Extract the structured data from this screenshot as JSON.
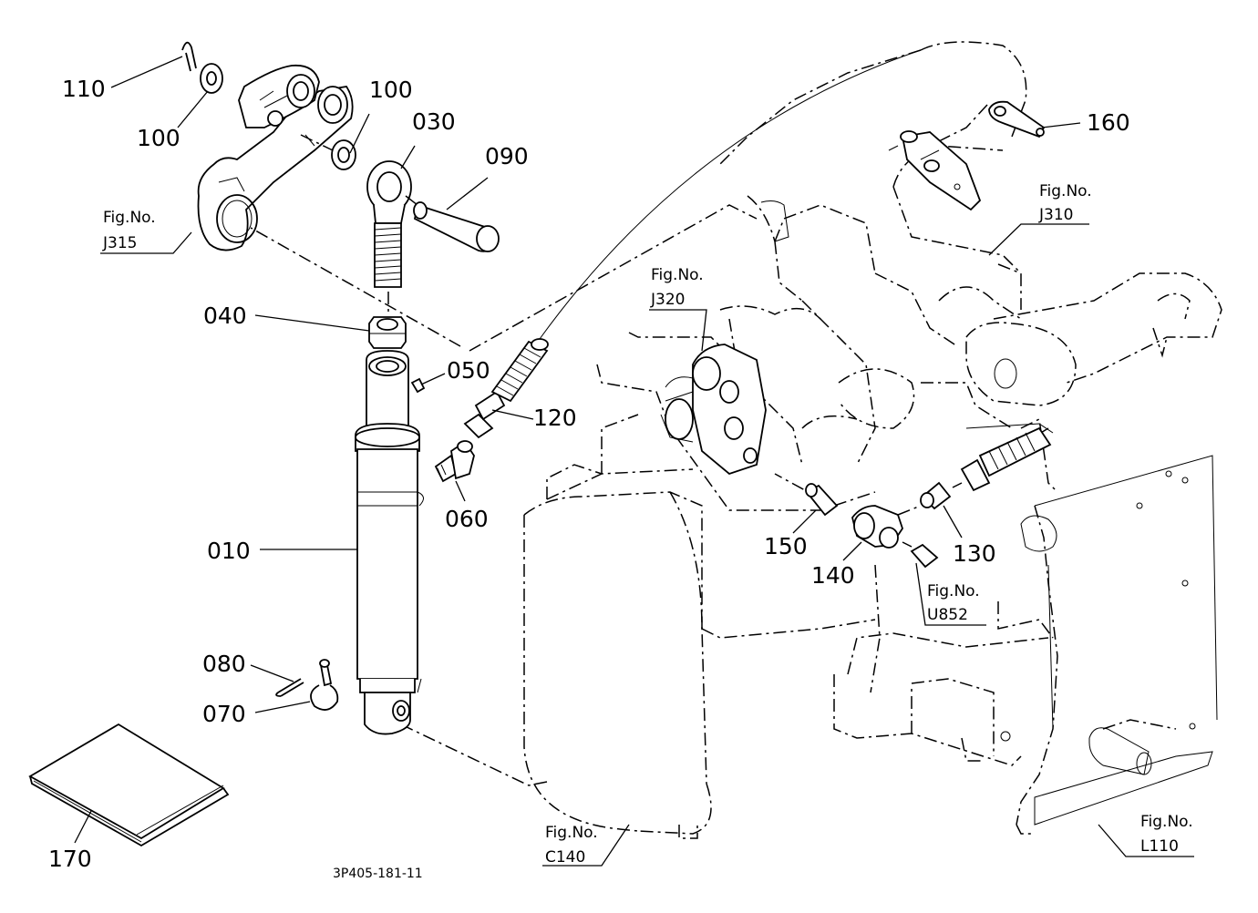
{
  "diagram_code": "3P405-181-11",
  "part_labels": {
    "p110": "110",
    "p100a": "100",
    "p100b": "100",
    "p030": "030",
    "p090": "090",
    "p160": "160",
    "p040": "040",
    "p050": "050",
    "p120": "120",
    "p060": "060",
    "p010": "010",
    "p080": "080",
    "p070": "070",
    "p170": "170",
    "p150": "150",
    "p140": "140",
    "p130": "130"
  },
  "fig_refs": {
    "j315": {
      "prefix": "Fig.No.",
      "code": "J315"
    },
    "j310": {
      "prefix": "Fig.No.",
      "code": "J310"
    },
    "j320": {
      "prefix": "Fig.No.",
      "code": "J320"
    },
    "u852": {
      "prefix": "Fig.No.",
      "code": "U852"
    },
    "c140": {
      "prefix": "Fig.No.",
      "code": "C140"
    },
    "l110": {
      "prefix": "Fig.No.",
      "code": "L110"
    }
  }
}
